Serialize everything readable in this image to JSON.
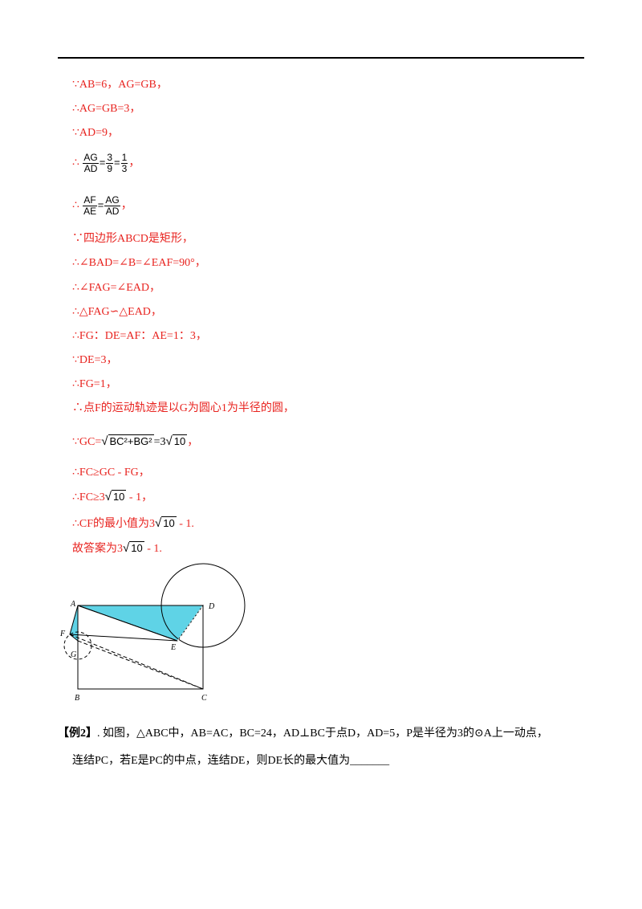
{
  "solution": {
    "l1": "∵AB=6，AG=GB，",
    "l2": "∴AG=GB=3，",
    "l3": "∵AD=9，",
    "l4_prefix": "∴",
    "l4_f1_num": "AG",
    "l4_f1_den": "AD",
    "l4_f2_num": "3",
    "l4_f2_den": "9",
    "l4_f3_num": "1",
    "l4_f3_den": "3",
    "l4_suffix": "，",
    "l5_prefix": "∴",
    "l5_f1_num": "AF",
    "l5_f1_den": "AE",
    "l5_f2_num": "AG",
    "l5_f2_den": "AD",
    "l5_suffix": "，",
    "l6": "∵四边形ABCD是矩形，",
    "l7": "∴∠BAD=∠B=∠EAF=90°，",
    "l8": "∴∠FAG=∠EAD，",
    "l9": "∴△FAG∽△EAD，",
    "l10": "∴FG：DE=AF：AE=1：3，",
    "l11": "∵DE=3，",
    "l12": "∴FG=1，",
    "l13": "∴点F的运动轨迹是以G为圆心1为半径的圆，",
    "l14_prefix": "∵GC=",
    "l14_rad": "BC²+BG²",
    "l14_mid": "=3",
    "l14_rad2": "10",
    "l14_suffix": "，",
    "l15": "∴FC≥GC - FG，",
    "l16_prefix": "∴FC≥3",
    "l16_rad": "10",
    "l16_suffix": " - 1，",
    "l17_prefix": "∴CF的最小值为3",
    "l17_rad": "10",
    "l17_suffix": " - 1.",
    "l18_prefix": "故答案为3",
    "l18_rad": "10",
    "l18_suffix": " - 1."
  },
  "figure": {
    "labels": {
      "A": "A",
      "D": "D",
      "F": "F",
      "E": "E",
      "G": "G",
      "B": "B",
      "C": "C"
    },
    "fill_color": "#5fd3e6"
  },
  "example": {
    "tag": "【例2】",
    "text1": ". 如图，△ABC中，AB=AC，BC=24，AD⊥BC于点D，AD=5，P是半径为3的⊙A上一动点，",
    "text2": "连结PC，若E是PC的中点，连结DE，则DE长的最大值为",
    "blank": "_______"
  }
}
